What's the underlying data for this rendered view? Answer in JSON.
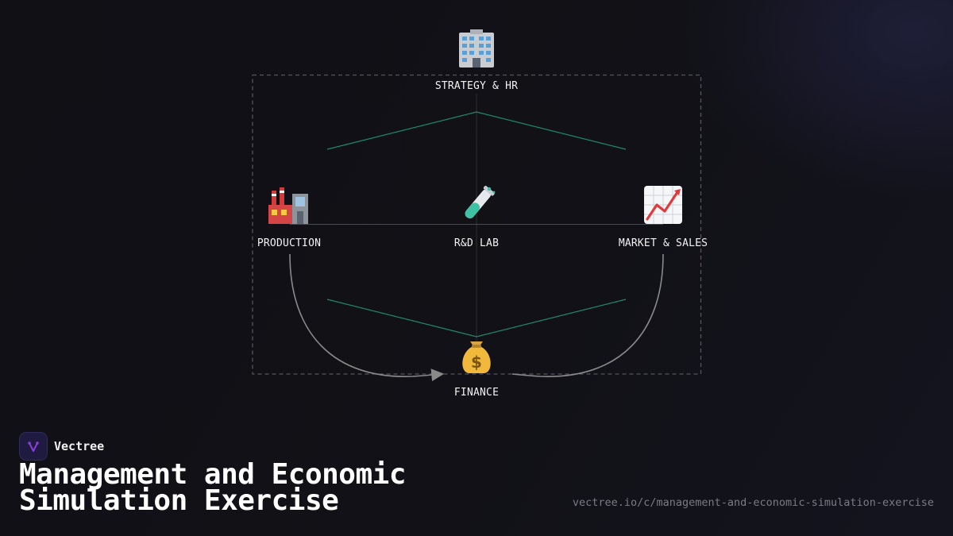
{
  "diagram": {
    "nodes": {
      "strategy": {
        "label": "STRATEGY & HR",
        "icon": "office-building-icon"
      },
      "production": {
        "label": "PRODUCTION",
        "icon": "factory-icon"
      },
      "rnd": {
        "label": "R&D LAB",
        "icon": "test-tube-icon"
      },
      "market": {
        "label": "MARKET & SALES",
        "icon": "chart-increasing-icon"
      },
      "finance": {
        "label": "FINANCE",
        "icon": "money-bag-icon"
      }
    },
    "colors": {
      "connector_green": "#1f8a6a",
      "flow_arrow": "#8a8a8a",
      "frame_dashed": "#55555c"
    }
  },
  "brand": {
    "name": "Vectree",
    "accent": "#8b3fd9"
  },
  "page": {
    "title": "Management and Economic Simulation Exercise",
    "url": "vectree.io/c/management-and-economic-simulation-exercise"
  }
}
